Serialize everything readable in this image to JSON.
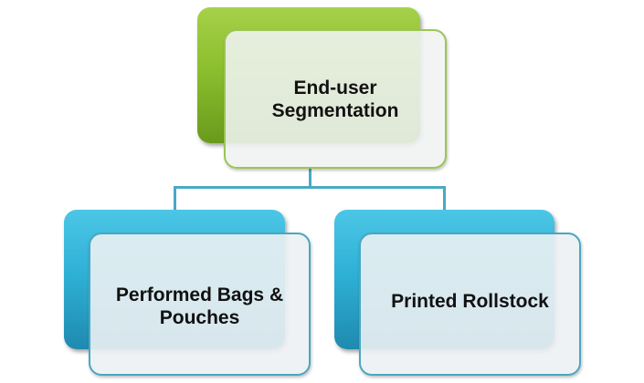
{
  "diagram": {
    "type": "hierarchy",
    "root": {
      "label_line1": "End-user",
      "label_line2": "Segmentation",
      "color": "#8cbf2e"
    },
    "children": [
      {
        "label_line1": "Performed Bags &",
        "label_line2": "Pouches",
        "color": "#2fb1d6"
      },
      {
        "label_line1": "Printed Rollstock",
        "label_line2": "",
        "color": "#2fb1d6"
      }
    ],
    "connector_color": "#4aa9c4"
  }
}
